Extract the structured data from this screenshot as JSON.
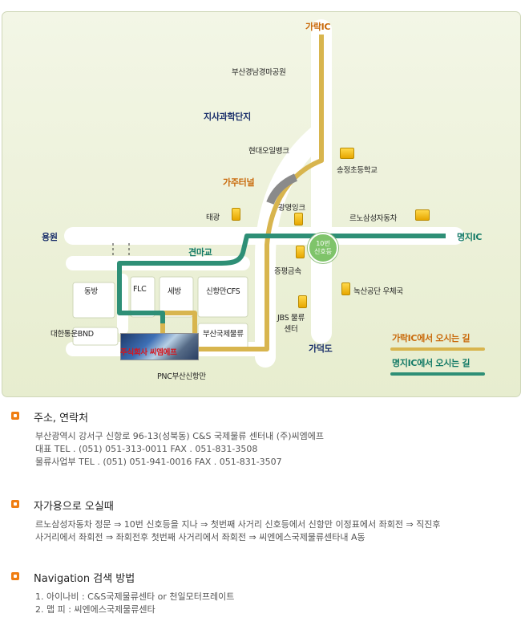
{
  "map": {
    "places": {
      "garak_ic": "가락IC",
      "race_park": "부산경남경마공원",
      "jisa_science": "지사과학단지",
      "hyundai_oilbank": "현대오일뱅크",
      "songjeong_school": "송정초등학교",
      "gaju_tunnel": "가주터널",
      "taegwang": "태광",
      "gwangmyung_ink": "광명잉크",
      "renault_samsung": "르노삼성자동차",
      "yongwon": "용원",
      "myeongji_ic": "명지IC",
      "gyeonmagyo": "견마교",
      "jeungpyeong": "증평금속",
      "dongbang": "동방",
      "flc": "FLC",
      "sebang": "세방",
      "sinhangman_cfs": "신항만CFS",
      "noksan_post": "녹산공단 우체국",
      "jbs": "JBS 물류센터",
      "daehan_bnd": "대한통운BND",
      "busan_intl": "부산국제물류",
      "gadeokdo": "가덕도",
      "company": "주식회사 씨엠에프",
      "pnc": "PNC부산신항만"
    },
    "signal": {
      "line1": "10번",
      "line2": "신호등"
    },
    "legend": {
      "garak_route": "가락IC에서 오시는 길",
      "myeongji_route": "명지IC에서 오시는 길",
      "garak_color": "#d8b54e",
      "myeongji_color": "#2e8f76"
    }
  },
  "sections": {
    "contact": {
      "title": "주소, 연락처",
      "lines": [
        "부산광역시 강서구 신항로 96-13(성북동) C&S 국제물류 센터내 (주)씨엠에프",
        "대표 TEL . (051) 051-313-0011     FAX . 051-831-3508",
        "물류사업부 TEL . (051) 051-941-0016     FAX . 051-831-3507"
      ]
    },
    "driving": {
      "title": "자가용으로 오실때",
      "lines": [
        "르노삼성자동차 정문 ⇒ 10번 신호등을 지나 ⇒ 첫번째 사거리 신호등에서 신항만 이정표에서 좌회전 ⇒ 직진후",
        "사거리에서 좌회전 ⇒ 좌회전후 첫번째 사거리에서 좌회전 ⇒ 씨엔에스국제물류센타내 A동"
      ]
    },
    "navigation": {
      "title": "Navigation 검색 방법",
      "lines": [
        "1. 아이나비 : C&S국제물류센타 or 천일모터프레이트",
        "2. 맵 피 : 씨엔에스국제물류센타"
      ]
    }
  }
}
